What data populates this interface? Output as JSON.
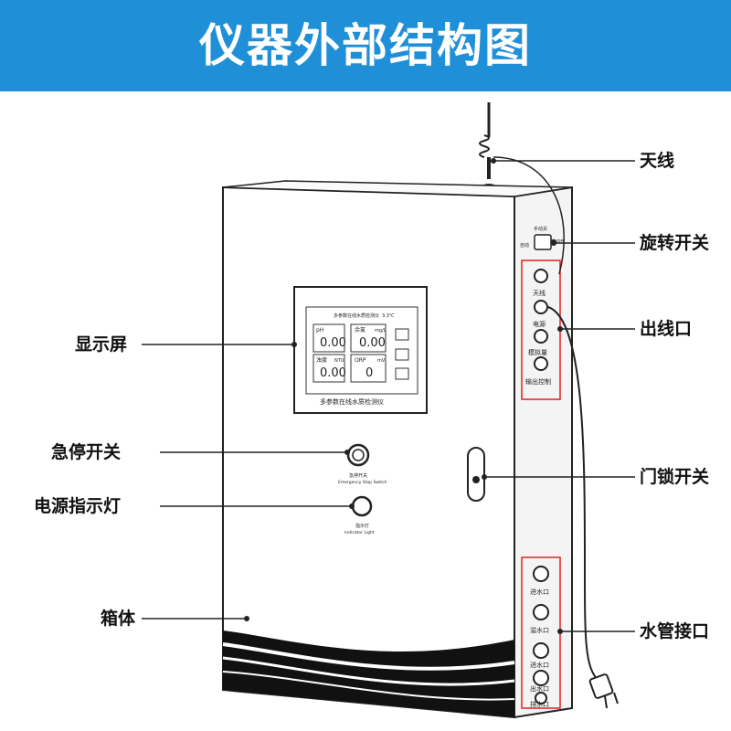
{
  "title": "仪器外部结构图",
  "callouts": {
    "antenna": "天线",
    "rotary_switch": "旋转开关",
    "outlet": "出线口",
    "display": "显示屏",
    "emergency_stop": "急停开关",
    "power_indicator": "电源指示灯",
    "door_lock": "门锁开关",
    "cabinet": "箱体",
    "water_pipe": "水管接口"
  },
  "screen": {
    "header": "多参数在线水质检测仪",
    "temp": "3.3℃",
    "cells": [
      {
        "label": "pH",
        "unit": "",
        "value": "0.00"
      },
      {
        "label": "余氯",
        "unit": "mg/L",
        "value": "0.00"
      },
      {
        "label": "浊度",
        "unit": "NTU",
        "value": "0.00"
      },
      {
        "label": "ORP",
        "unit": "mV",
        "value": "0"
      }
    ],
    "footer": "多参数在线水质检测仪"
  },
  "panel_labels": {
    "emergency_cn": "急停开关",
    "emergency_en": "Emergency Stop Switch",
    "indicator_cn": "指示灯",
    "indicator_en": "Indicator Light"
  },
  "side_labels": {
    "rotary_manual": "手动关",
    "rotary_auto": "自动",
    "rotary_on": "手动开",
    "ports": [
      "天线",
      "电源",
      "模拟量",
      "输出控制"
    ],
    "pipes": [
      "进水口",
      "溢水口",
      "进水口",
      "出水口",
      "排水口"
    ]
  }
}
